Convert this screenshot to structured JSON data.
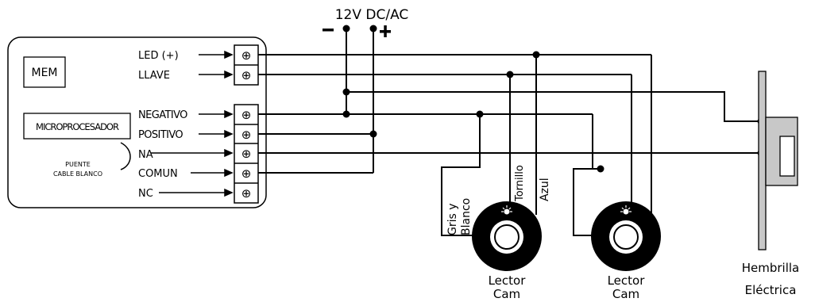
{
  "power": {
    "label": "12V DC/AC",
    "minus": "−",
    "plus": "+"
  },
  "controller": {
    "mem_label": "MEM",
    "cpu_label": "MICROPROCESADOR",
    "jumper_label_1": "PUENTE",
    "jumper_label_2": "CABLE BLANCO",
    "terminals": [
      "LED (+)",
      "LLAVE",
      "NEGATIVO",
      "POSITIVO",
      "NA",
      "COMUN",
      "NC"
    ],
    "terminal_symbol": "⊕"
  },
  "wires": {
    "gray_white_1": "Gris y",
    "gray_white_2": "Blanco",
    "screw": "Tornillo",
    "blue": "Azul"
  },
  "readers": [
    {
      "label_1": "Lector",
      "label_2": "Cam"
    },
    {
      "label_1": "Lector",
      "label_2": "Cam"
    }
  ],
  "strike": {
    "label_1": "Hembrilla",
    "label_2": "Eléctrica"
  },
  "colors": {
    "line": "#000000",
    "strike_plate": "#c8c8c8",
    "reader_body": "#000000"
  }
}
